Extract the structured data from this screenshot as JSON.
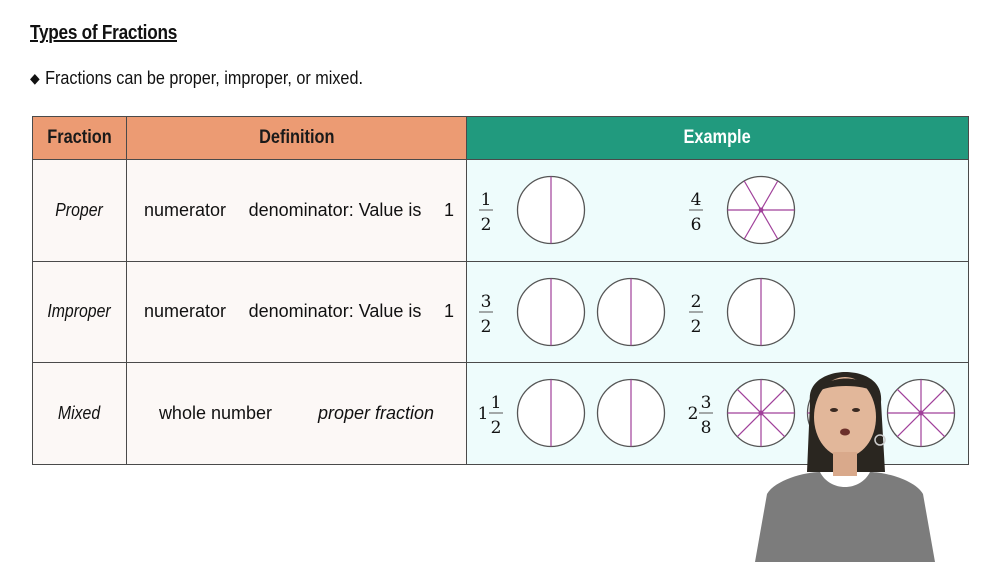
{
  "page": {
    "title": "Types of Fractions",
    "bullet_icon": "diamond-bullet-icon",
    "bullet_text": "Fractions can be proper, improper, or mixed."
  },
  "table": {
    "headers": {
      "fraction": "Fraction",
      "definition": "Definition",
      "example": "Example"
    },
    "colors": {
      "header_left": "#ec9b73",
      "header_example": "#219a7e",
      "body_left": "#fcf8f6",
      "body_example": "#eefcfc",
      "slice_line": "#a0409a"
    },
    "rows": [
      {
        "type": "Proper",
        "definition": [
          "numerator",
          "denominator: Value is",
          "1"
        ],
        "examples": [
          {
            "whole": "",
            "numerator": "1",
            "denominator": "2",
            "circles": [
              2
            ]
          },
          {
            "whole": "",
            "numerator": "4",
            "denominator": "6",
            "circles": [
              6
            ]
          }
        ]
      },
      {
        "type": "Improper",
        "definition": [
          "numerator",
          "denominator: Value is",
          "1"
        ],
        "examples": [
          {
            "whole": "",
            "numerator": "3",
            "denominator": "2",
            "circles": [
              2,
              2
            ]
          },
          {
            "whole": "",
            "numerator": "2",
            "denominator": "2",
            "circles": [
              2
            ]
          }
        ]
      },
      {
        "type": "Mixed",
        "definition": [
          "whole number",
          "proper fraction"
        ],
        "examples": [
          {
            "whole": "1",
            "numerator": "1",
            "denominator": "2",
            "circles": [
              2,
              2
            ]
          },
          {
            "whole": "2",
            "numerator": "3",
            "denominator": "8",
            "circles": [
              8,
              8,
              8
            ]
          }
        ]
      }
    ]
  },
  "presenter": {
    "description": "video-presenter"
  }
}
